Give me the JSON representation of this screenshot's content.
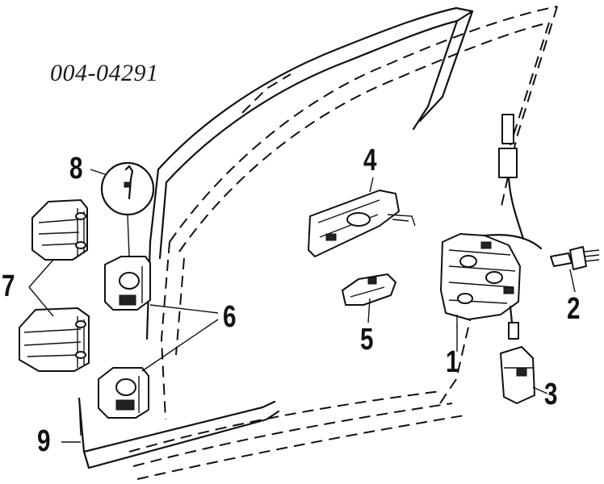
{
  "reference_code": "004-04291",
  "callouts": {
    "c1": "1",
    "c2": "2",
    "c3": "3",
    "c4": "4",
    "c5": "5",
    "c6": "6",
    "c7": "7",
    "c8": "8",
    "c9": "9"
  }
}
